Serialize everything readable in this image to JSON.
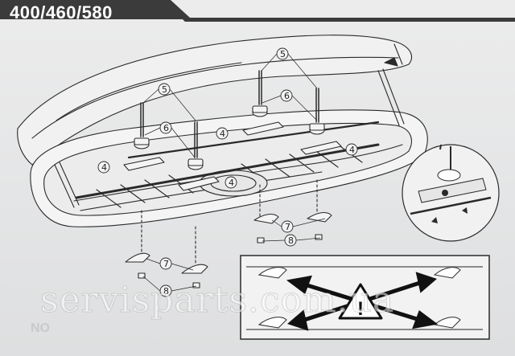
{
  "header": {
    "title": "400/460/580"
  },
  "callouts": {
    "c4": "4",
    "c5": "5",
    "c6": "6",
    "c7": "7",
    "c8": "8"
  },
  "warning": {
    "symbol": "!"
  },
  "watermark": {
    "text": "servisparts.com.ua"
  },
  "faded_logo": {
    "text": "NO"
  },
  "colors": {
    "line": "#2a2a2a",
    "tab": "#3b3b3b",
    "paper": "#e6e7e8"
  }
}
